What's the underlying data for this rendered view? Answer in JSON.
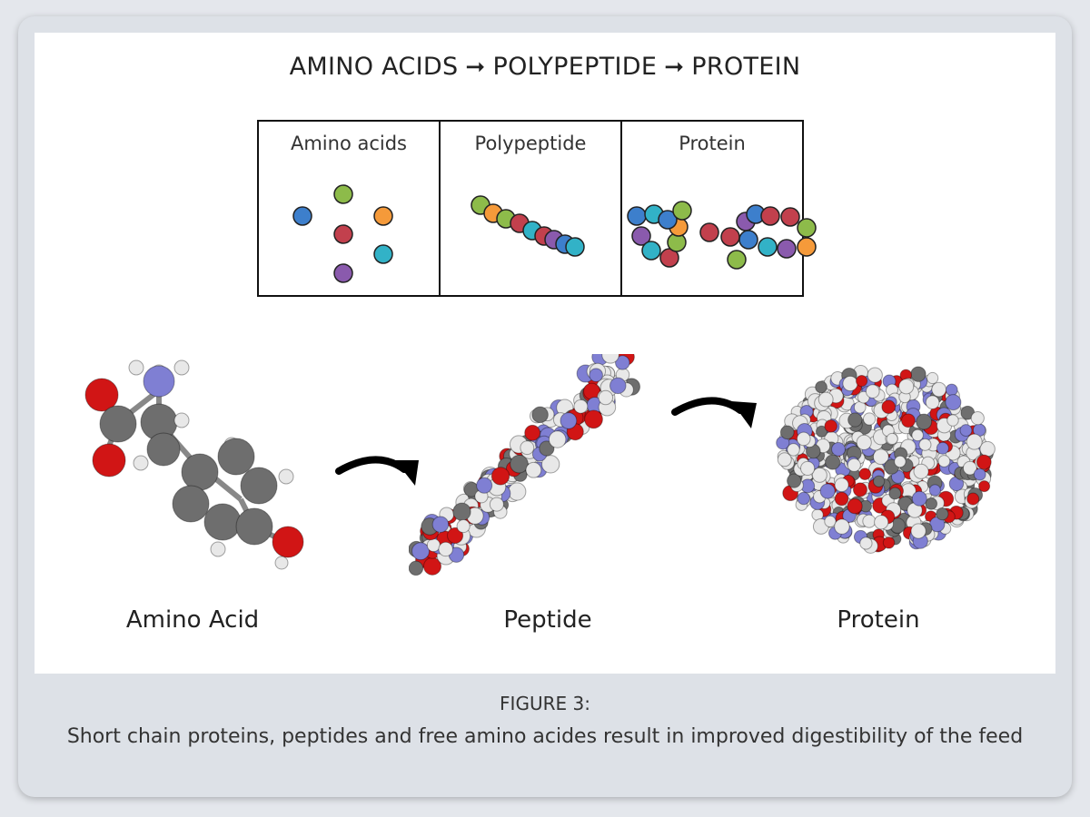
{
  "diagram": {
    "title_parts": [
      "AMINO ACIDS",
      "POLYPEPTIDE",
      "PROTEIN"
    ],
    "panels": [
      {
        "title": "Amino acids"
      },
      {
        "title": "Polypeptide"
      },
      {
        "title": "Protein"
      }
    ],
    "molecules": [
      {
        "label": "Amino Acid"
      },
      {
        "label": "Peptide"
      },
      {
        "label": "Protein"
      }
    ],
    "bead_colors": {
      "blue": "#3d7fcc",
      "green": "#8dbb4a",
      "orange": "#f59a3a",
      "red": "#c2404d",
      "teal": "#32b2c7",
      "purple": "#8a5aad"
    },
    "atom_colors": {
      "carbon": "#6e6e6e",
      "oxygen": "#d11515",
      "nitrogen": "#7f7fd3",
      "hydrogen": "#e8e8e8"
    }
  },
  "caption": {
    "heading": "FIGURE 3:",
    "text": "Short chain proteins, peptides and free amino acides result in improved digestibility of the feed"
  }
}
